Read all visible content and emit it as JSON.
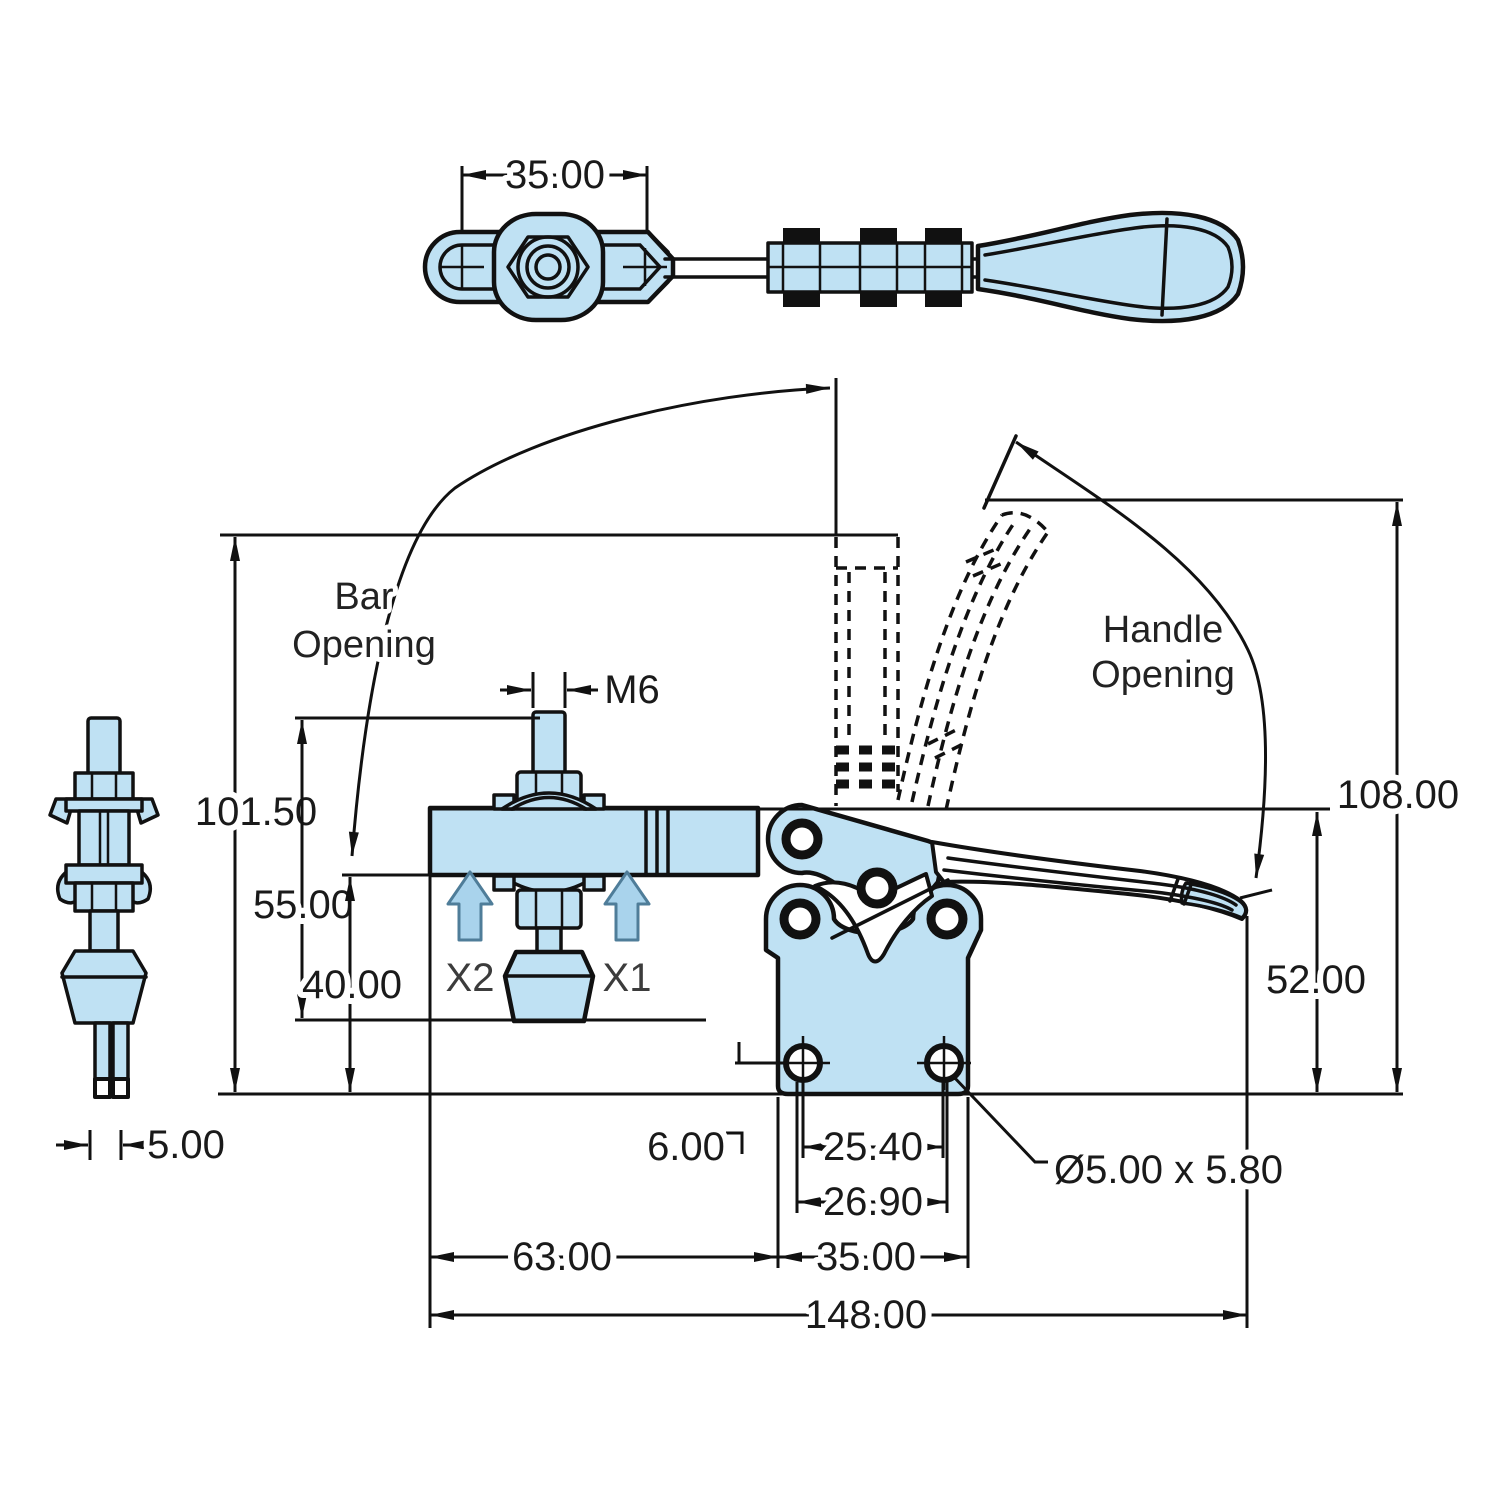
{
  "drawing": {
    "type": "technical-dimension-drawing",
    "subject": "horizontal toggle clamp, three orthographic views with open-position shown dashed"
  },
  "dimensions": {
    "top_width": "35.00",
    "side_prong": "5.00",
    "overall_open_height": "101.50",
    "spindle_length": "55.00",
    "bar_clearance": "40.00",
    "thread_callout": "M6",
    "handle_open_height": "108.00",
    "bar_height": "52.00",
    "edge_offset": "6.00",
    "hole_spacing": "25.40",
    "slot_spacing": "26.90",
    "bar_reach": "63.00",
    "base_width": "35.00",
    "overall_length": "148.00",
    "hole_spec": "Ø5.00 x 5.80"
  },
  "annotations": {
    "bar_opening_line1": "Bar",
    "bar_opening_line2": "Opening",
    "handle_opening_line1": "Handle",
    "handle_opening_line2": "Opening",
    "spindle_pos_1": "X1",
    "spindle_pos_2": "X2"
  },
  "colors": {
    "part_fill": "#bfe1f3",
    "outline": "#111111",
    "xarrow_fill": "#a9d3ec",
    "xarrow_stroke": "#4f7d99",
    "text": "#1a1a1a"
  }
}
